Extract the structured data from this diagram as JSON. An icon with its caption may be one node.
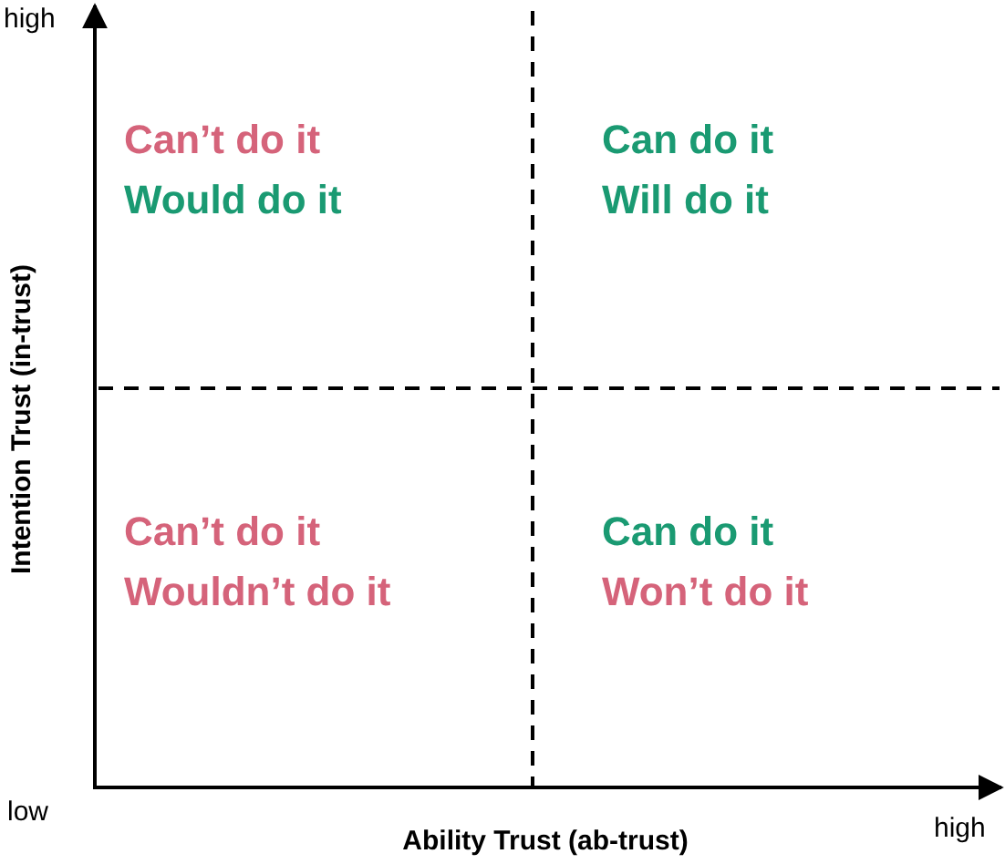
{
  "diagram": {
    "nodes": [
      {
        "text": [
          "Can’t do it",
          "Would do it"
        ]
      },
      {
        "text": [
          "Can do it",
          "Will do it"
        ]
      },
      {
        "text": [
          "Can’t do it",
          "Wouldn’t do it"
        ]
      },
      {
        "text": [
          "Can do it",
          "Won’t do it"
        ]
      }
    ],
    "edges": [],
    "labels": [
      "high",
      "Intention Trust (in-trust)",
      "low",
      "Ability Trust (ab-trust)",
      "high"
    ]
  }
}
